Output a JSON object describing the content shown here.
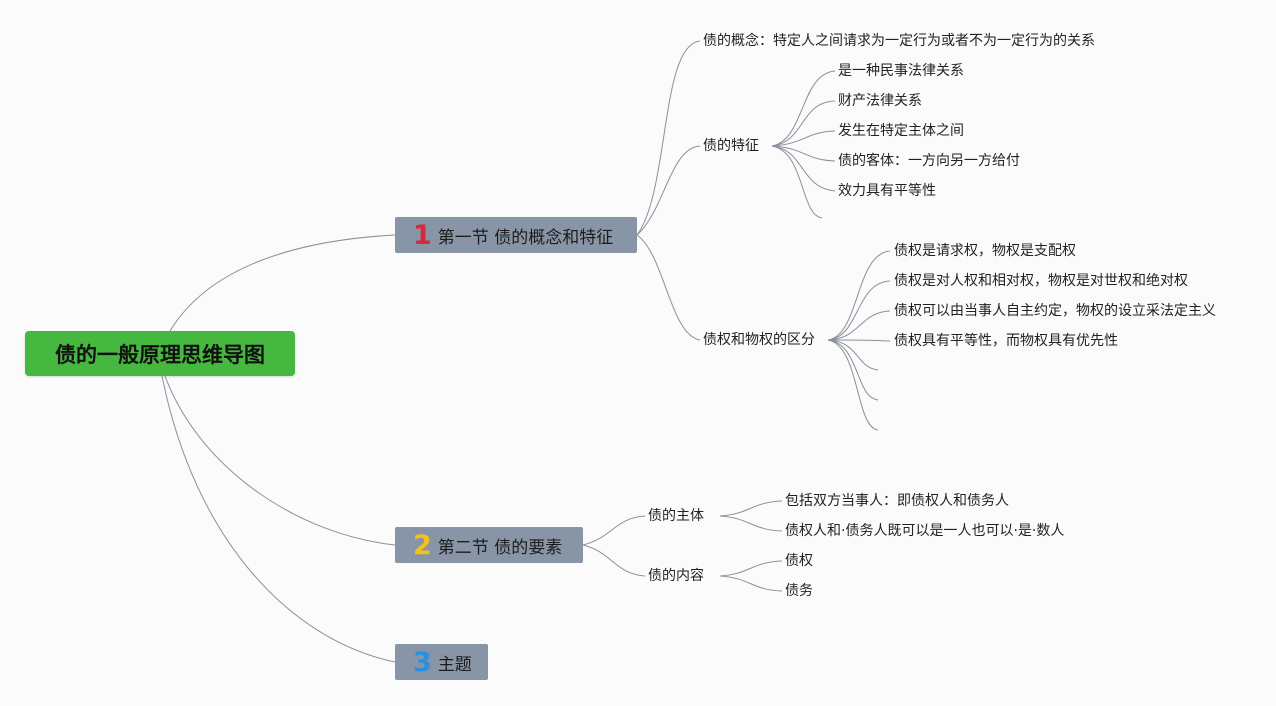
{
  "root": {
    "title": "债的一般原理思维导图"
  },
  "sections": [
    {
      "num": "1",
      "num_color": "#d8283b",
      "label": "第一节 债的概念和特征"
    },
    {
      "num": "2",
      "num_color": "#f2c21a",
      "label": "第二节 债的要素"
    },
    {
      "num": "3",
      "num_color": "#2a8fe0",
      "label": "主题"
    }
  ],
  "s1": {
    "concept": "债的概念：特定人之间请求为一定行为或者不为一定行为的关系",
    "features": {
      "label": "债的特征",
      "items": [
        "是一种民事法律关系",
        "财产法律关系",
        "发生在特定主体之间",
        "债的客体：一方向另一方给付",
        "效力具有平等性"
      ]
    },
    "diff": {
      "label": "债权和物权的区分",
      "items": [
        "债权是请求权，物权是支配权",
        "债权是对人权和相对权，物权是对世权和绝对权",
        "债权可以由当事人自主约定，物权的设立采法定主义",
        "债权具有平等性，而物权具有优先性"
      ]
    }
  },
  "s2": {
    "subject": {
      "label": "债的主体",
      "items": [
        "包括双方当事人：即债权人和债务人",
        "债权人和·债务人既可以是一人也可以·是·数人"
      ]
    },
    "content": {
      "label": "债的内容",
      "items": [
        "债权",
        "债务"
      ]
    }
  }
}
